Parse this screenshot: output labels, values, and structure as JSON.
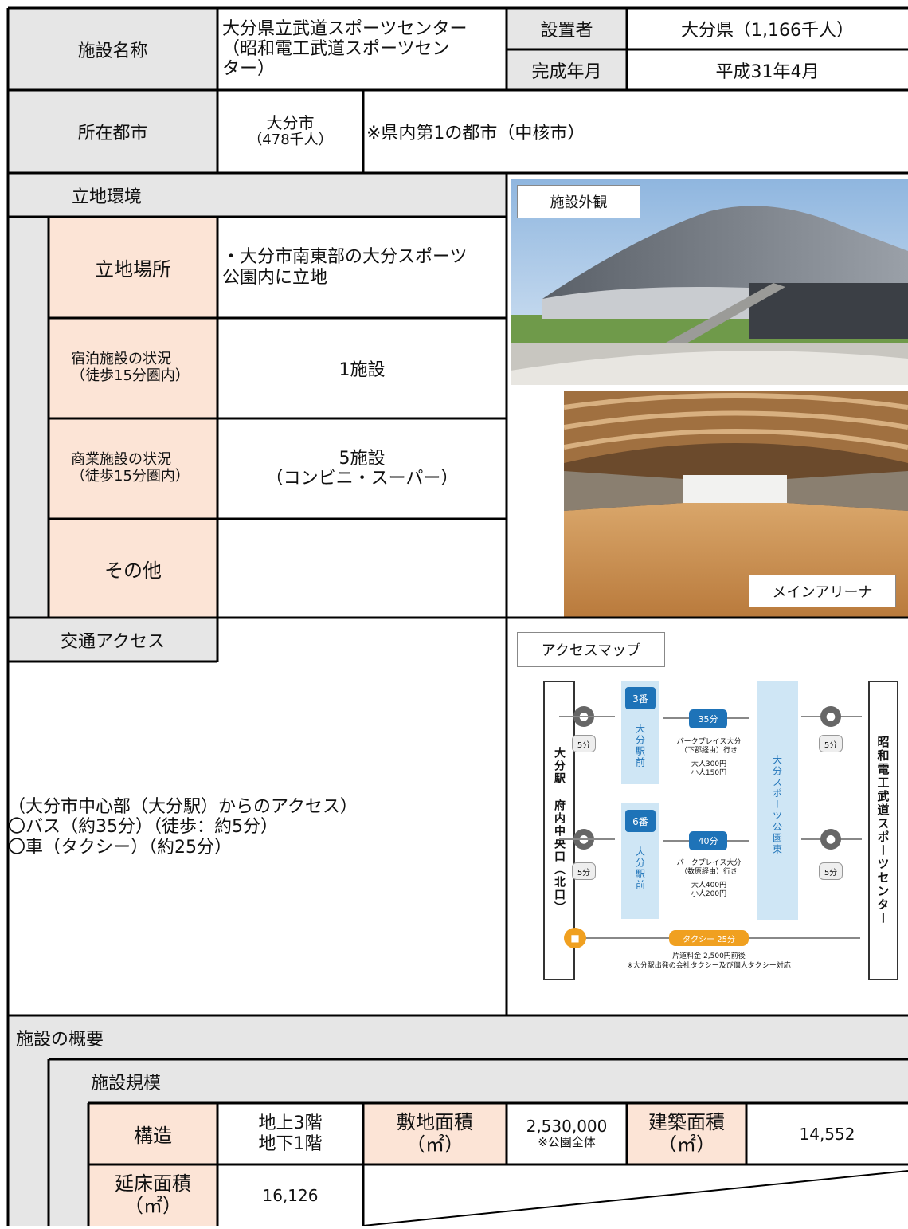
{
  "header": {
    "facility_name_label": "施設名称",
    "facility_name_line1": "大分県立武道スポーツセンター",
    "facility_name_line2": "（昭和電工武道スポーツセン",
    "facility_name_line3": "ター）",
    "founder_label": "設置者",
    "founder_value": "大分県（1,166千人）",
    "completion_label": "完成年月",
    "completion_value": "平成31年4月"
  },
  "city": {
    "label": "所在都市",
    "name": "大分市",
    "population": "（478千人）",
    "note": "※県内第1の都市（中核市）"
  },
  "location": {
    "section_label": "立地環境",
    "site_label": "立地場所",
    "site_line1": "・大分市南東部の大分スポーツ",
    "site_line2": "公園内に立地",
    "lodging_label_line1": "宿泊施設の状況",
    "lodging_label_line2": "（徒歩15分圏内）",
    "lodging_value": "1施設",
    "commercial_label_line1": "商業施設の状況",
    "commercial_label_line2": "（徒歩15分圏内）",
    "commercial_value_line1": "5施設",
    "commercial_value_line2": "（コンビニ・スーパー）",
    "other_label": "その他",
    "other_value": ""
  },
  "photos": {
    "exterior_label": "施設外観",
    "arena_label": "メインアリーナ"
  },
  "access": {
    "section_label": "交通アクセス",
    "line1": "（大分市中心部（大分駅）からのアクセス）",
    "line2": "〇バス（約35分）（徒歩：約5分）",
    "line3": "〇車（タクシー）（約25分）",
    "map_label": "アクセスマップ",
    "map": {
      "start": "大分駅 府内中央口（北口）",
      "bus_stop1": "大分駅前",
      "bus_stop1_num": "3番",
      "bus_stop2": "大分駅前",
      "bus_stop2_num": "6番",
      "bus1_time": "35分",
      "bus1_route": "パークプレイス大分",
      "bus1_route_sub": "（下郡経由）行き",
      "bus1_fare_adult": "大人300円",
      "bus1_fare_child": "小人150円",
      "bus2_time": "40分",
      "bus2_route": "パークプレイス大分",
      "bus2_route_sub": "（数原経由）行き",
      "bus2_fare_adult": "大人400円",
      "bus2_fare_child": "小人200円",
      "walk_time": "5分",
      "stop_name": "大分スポーツ公園東",
      "destination": "昭和電工武道スポーツセンター",
      "taxi_time": "タクシー 25分",
      "taxi_fare": "片道料金 2,500円前後",
      "taxi_note": "※大分駅出発の会社タクシー及び個人タクシー対応"
    }
  },
  "overview": {
    "section_label": "施設の概要",
    "scale_label": "施設規模",
    "structure_label": "構造",
    "structure_line1": "地上3階",
    "structure_line2": "地下1階",
    "site_area_label": "敷地面積",
    "site_area_unit": "（㎡）",
    "site_area_value": "2,530,000",
    "site_area_note": "※公園全体",
    "building_area_label": "建築面積",
    "building_area_unit": "（㎡）",
    "building_area_value": "14,552",
    "floor_area_label": "延床面積",
    "floor_area_unit": "（㎡）",
    "floor_area_value": "16,126"
  },
  "colors": {
    "header_gray": "#e6e6e6",
    "label_pink": "#fce4d6",
    "border": "#000000"
  }
}
